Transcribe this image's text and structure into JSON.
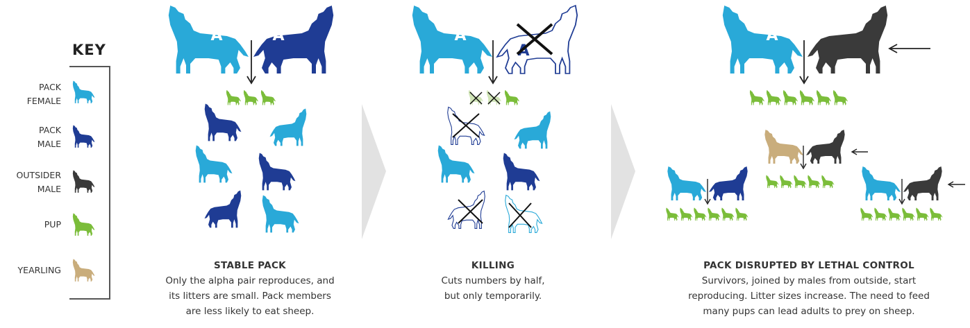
{
  "key": {
    "title": "KEY",
    "items": [
      {
        "label_line1": "PACK",
        "label_line2": "FEMALE",
        "color": "#29a9d8"
      },
      {
        "label_line1": "PACK",
        "label_line2": "MALE",
        "color": "#1f3c94"
      },
      {
        "label_line1": "OUTSIDER",
        "label_line2": "MALE",
        "color": "#3a3a3a"
      },
      {
        "label_line1": "",
        "label_line2": "PUP",
        "color": "#7bbd3a"
      },
      {
        "label_line1": "",
        "label_line2": "YEARLING",
        "color": "#c9ad7c"
      }
    ]
  },
  "alpha_letter": "A",
  "colors": {
    "female": "#29a9d8",
    "male": "#1f3c94",
    "outsider": "#3a3a3a",
    "pup": "#7bbd3a",
    "yearling": "#c9ad7c",
    "chevron": "#e2e2e2"
  },
  "panels": [
    {
      "title": "STABLE PACK",
      "line1": "Only the alpha pair reproduces, and",
      "line2": "its litters are small. Pack members",
      "line3": "are less likely to eat sheep."
    },
    {
      "title": "KILLING",
      "line1": "Cuts numbers by half,",
      "line2": "but only temporarily."
    },
    {
      "title": "PACK DISRUPTED BY LETHAL CONTROL",
      "line1": "Survivors, joined by males from outside, start",
      "line2": "reproducing. Litter sizes increase. The need to feed",
      "line3": "many pups can lead adults to prey on sheep."
    }
  ]
}
